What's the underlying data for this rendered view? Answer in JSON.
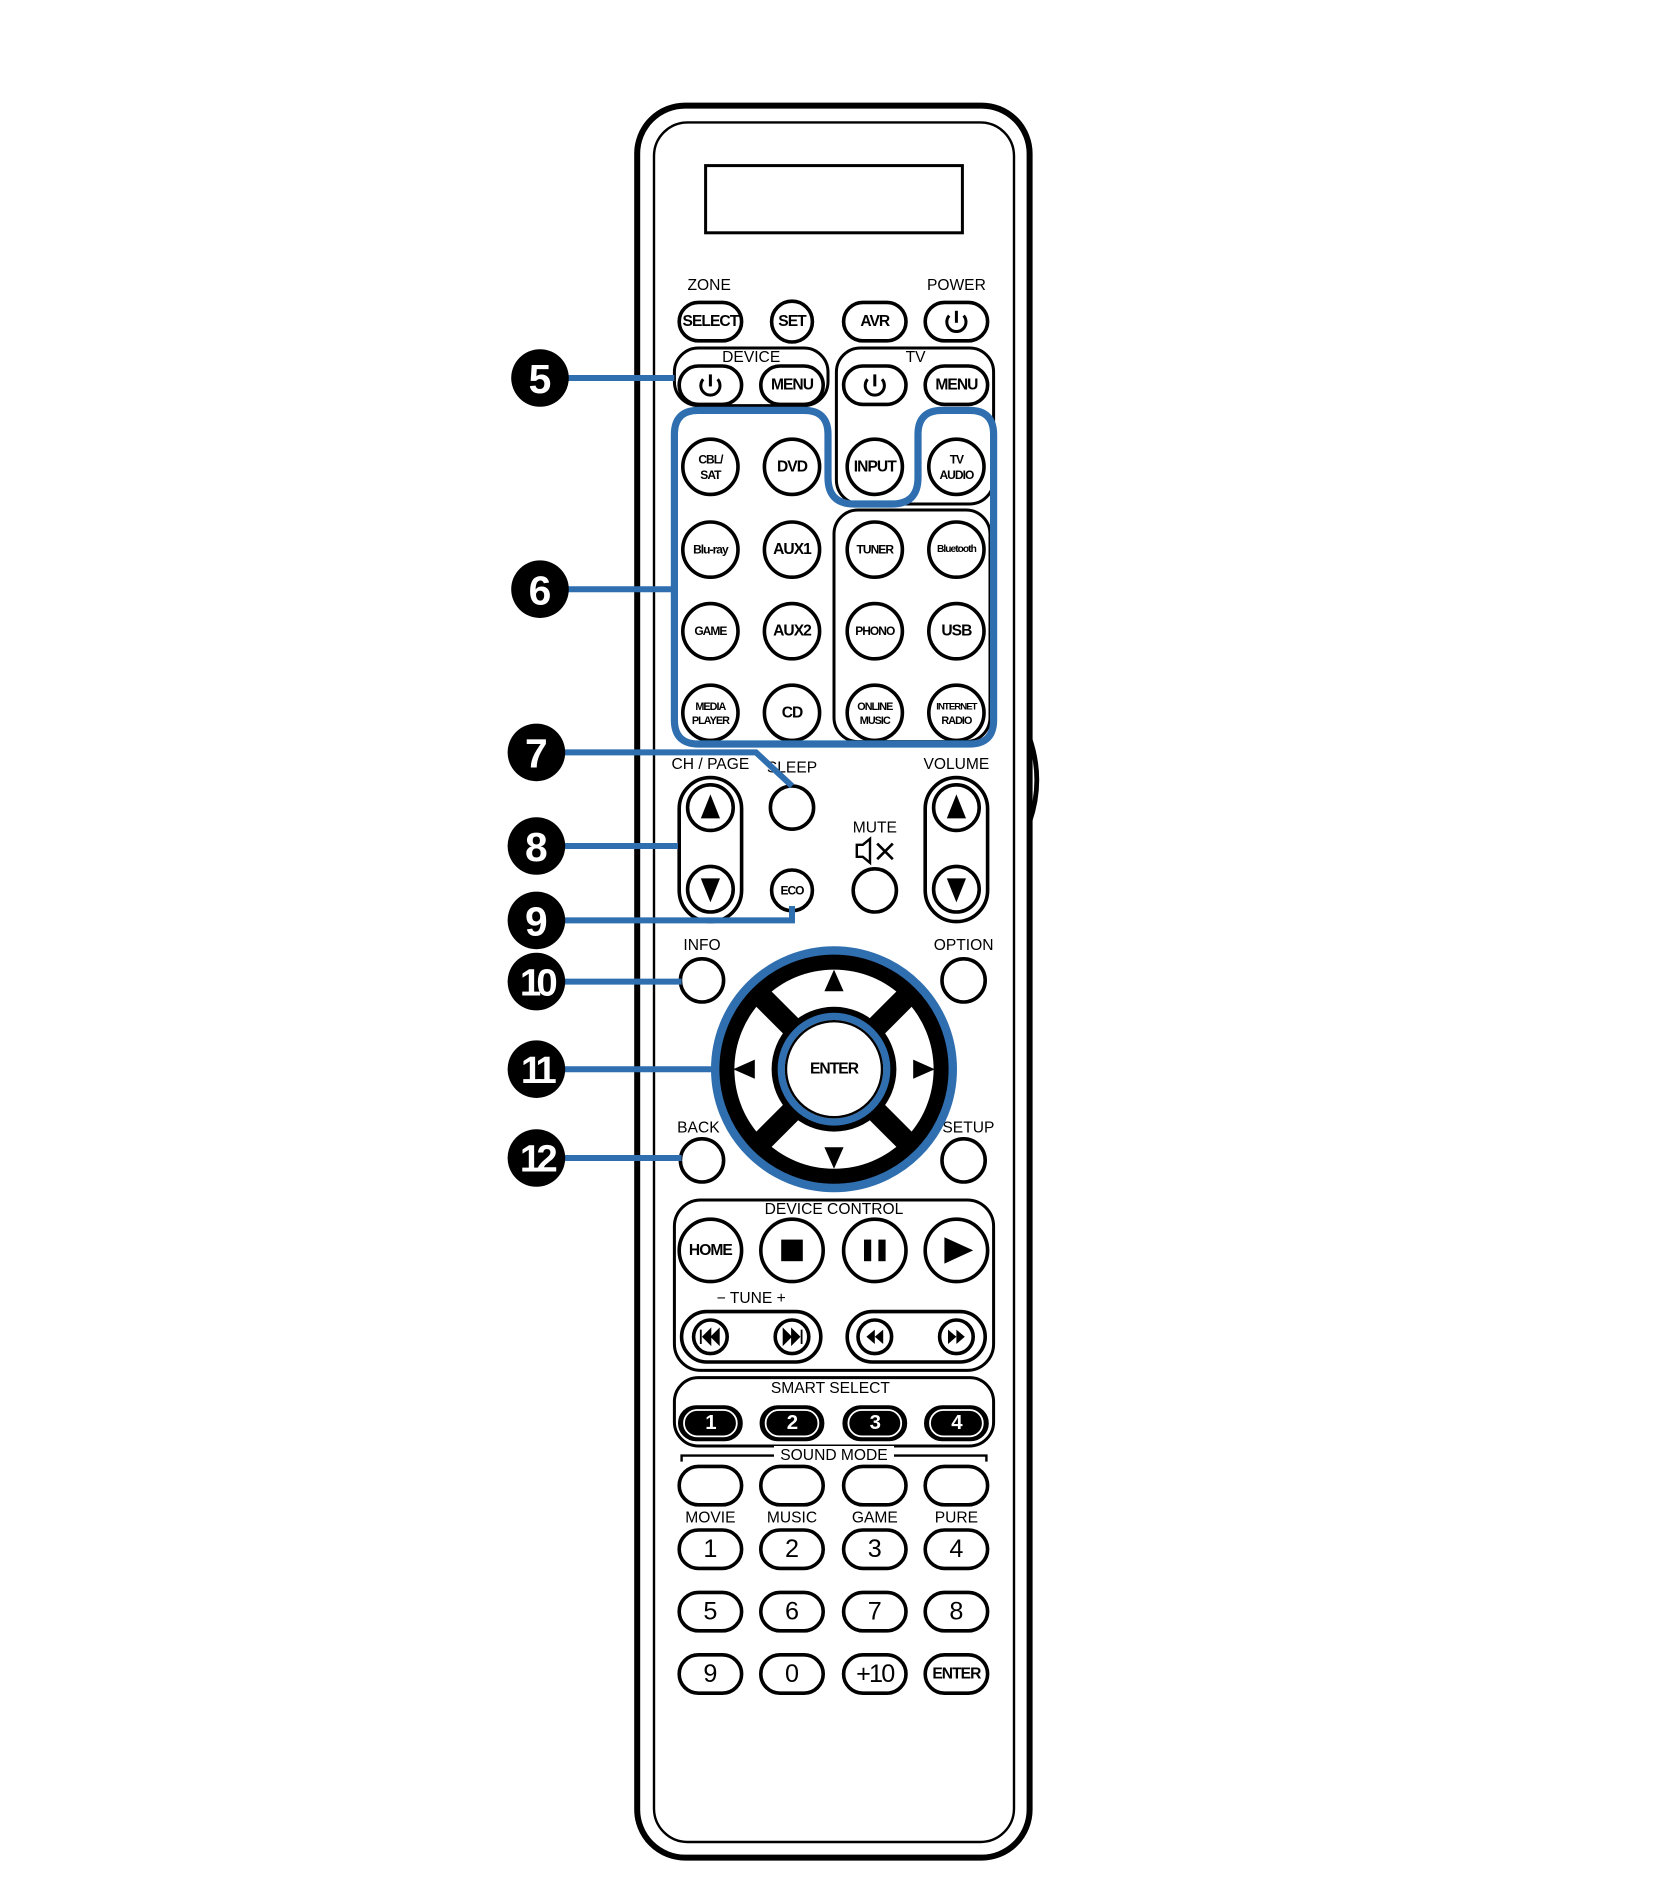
{
  "labels": {
    "zone": "ZONE",
    "power": "POWER",
    "device": "DEVICE",
    "tv": "TV",
    "ch_page": "CH / PAGE",
    "sleep": "SLEEP",
    "mute": "MUTE",
    "volume": "VOLUME",
    "info": "INFO",
    "option": "OPTION",
    "back": "BACK",
    "setup": "SETUP",
    "device_control": "DEVICE CONTROL",
    "tune": "−   TUNE   +",
    "smart_select": "SMART SELECT",
    "sound_mode": "SOUND MODE"
  },
  "top_buttons": {
    "select": "SELECT",
    "set": "SET",
    "avr": "AVR",
    "device_menu": "MENU",
    "tv_menu": "MENU",
    "input": "INPUT",
    "tv_audio_1": "TV",
    "tv_audio_2": "AUDIO",
    "eco": "ECO",
    "enter": "ENTER",
    "home": "HOME"
  },
  "sources": {
    "cbl1": "CBL/",
    "cbl2": "SAT",
    "dvd": "DVD",
    "bluray": "Blu-ray",
    "aux1": "AUX1",
    "game": "GAME",
    "aux2": "AUX2",
    "media1": "MEDIA",
    "media2": "PLAYER",
    "cd": "CD",
    "tuner": "TUNER",
    "bluetooth": "Bluetooth",
    "phono": "PHONO",
    "usb": "USB",
    "online1": "ONLINE",
    "online2": "MUSIC",
    "inet1": "INTERNET",
    "inet2": "RADIO"
  },
  "smart_select": [
    "1",
    "2",
    "3",
    "4"
  ],
  "sound_modes": [
    "MOVIE",
    "MUSIC",
    "GAME",
    "PURE"
  ],
  "numpad": [
    "1",
    "2",
    "3",
    "4",
    "5",
    "6",
    "7",
    "8",
    "9",
    "0",
    "+10",
    "ENTER"
  ],
  "callouts": [
    "5",
    "6",
    "7",
    "8",
    "9",
    "10",
    "11",
    "12"
  ],
  "colors": {
    "callout_line": "#2f6fb0"
  }
}
